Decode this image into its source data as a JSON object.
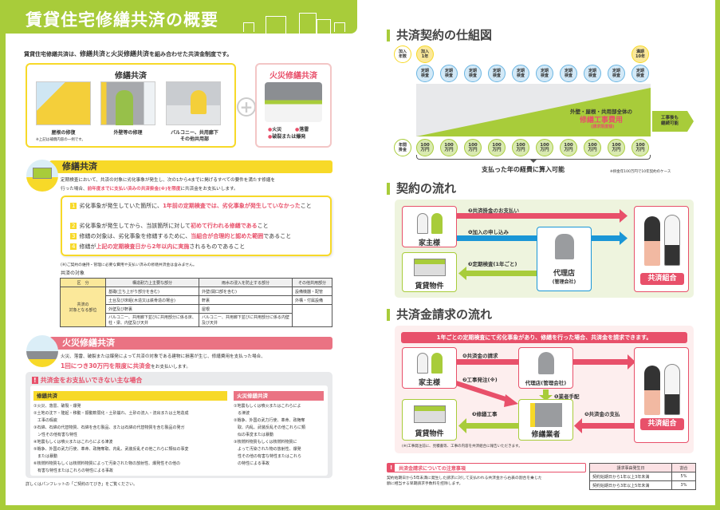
{
  "left": {
    "title": "賃貸住宅修繕共済の概要",
    "intro": {
      "pre": "賃貸住宅修繕共済は、",
      "em1": "修繕共済",
      "mid": "と",
      "em2": "火災修繕共済",
      "post": "を組み合わせた共済金制度です。"
    },
    "repair_box": {
      "title": "修繕共済",
      "items": [
        "屋根の修復",
        "外壁等の修理",
        "バルコニー、共用廊下",
        "その他共用部"
      ],
      "note": "※上記は補償内容の一例です。"
    },
    "fire_box": {
      "title": "火災修繕共済",
      "items": [
        "火災",
        "落雷",
        "破裂または爆発"
      ]
    },
    "repair_section": {
      "title": "修繕共済",
      "desc1": "定期検査において、共済の対象に劣化事象が発生し、次の1から4までに掲げるすべての要件を満たす修繕を",
      "desc2_pre": "行った場合、",
      "desc2_em": "前年度までに支払い済みの共済掛金(※)を限度",
      "desc2_post": "に共済金をお支払いします。",
      "conditions": [
        {
          "num": "1",
          "pre": "劣化事象が発生していた箇所に、",
          "em": "1年前の定期検査では、劣化事象が発生していなかった",
          "post": "こと"
        },
        {
          "num": "2",
          "pre": "劣化事象が発生してから、当該箇所に対して",
          "em": "初めて行われる修繕である",
          "post": "こと"
        },
        {
          "num": "3",
          "pre": "修繕の対象は、劣化事象を修繕するために、",
          "em": "当組合が合理的と認めた範囲",
          "post": "であること"
        },
        {
          "num": "4",
          "pre": "修繕が",
          "em": "上記の定期検査日から2年以内に実施",
          "post": "されるものであること"
        }
      ],
      "footnote": "(※)ご契約の維持・管理に必要な費用や支払い済みの修繕共済金は含みません。",
      "table_title": "共済の対象",
      "table": {
        "headers": [
          "区　分",
          "構造耐力上主要な部分",
          "雨水の浸入を防止する部分",
          "その他共用部分"
        ],
        "row_label": "共済の\n対象となる部位",
        "col1": [
          "基礎(立ち上がり部分を含む)",
          "土台及び床組(木造又は鉄骨造の場合)",
          "外壁及び軒裏",
          "バルコニー、共用廊下並びに共用部分に係る床、柱・梁、内壁及び天井"
        ],
        "col2": [
          "外壁(開口部を含む)",
          "軒裏",
          "屋根",
          "バルコニー、共用廊下並びに共用部分に係る内壁及び天井"
        ],
        "col3": [
          "設備機器・配管",
          "外構・付属設備"
        ]
      }
    },
    "fire_section": {
      "title": "火災修繕共済",
      "desc1": "火災、落雷、破裂または爆発によって共済の対象である建物に損害が生じ、修繕費用を支払った場合、",
      "desc2_em": "1回につき30万円を限度に共済金",
      "desc2_post": "をお支払いします。"
    },
    "exclusions": {
      "title": "共済金をお支払いできない主な場合",
      "repair_label": "修繕共済",
      "repair_items": [
        "①火災、落雷、破裂・爆発",
        "②土地の沈下・隆起・移動・振動軟弱化・土砂崩れ、土砂の流入・流出または土地造成",
        "　工事の瑕疵",
        "③石綿、石綿の代替物質、石綿を含む製品、または石綿の代替物質を含む製品の発ガ",
        "　ン性その他有害な特性",
        "④地震もしくは噴火またはこれらによる津波",
        "⑤戦争、外国の武力行使、革命、政権奪取、内乱、武装反乱その他これらに類似の事変",
        "　または暴動",
        "⑥核燃料物質もしくは核燃料物質によって汚染された物の放射性、爆発性その他の",
        "　有害な特性またはこれらの特性による事故"
      ],
      "fire_label": "火災修繕共済",
      "fire_items": [
        "①地震もしくは噴火またはこれらによ",
        "　る津波",
        "②戦争、外国の武力行使、革命、政権奪",
        "　取、内乱、武装反乱その他これらに類",
        "　似の事変または暴動",
        "③核燃料物質もしくは核燃料物質に",
        "　よって汚染された物の放射性、爆発",
        "　性その他の有害な特性またはこれら",
        "　の特性による事故"
      ]
    },
    "bottom_note": "詳しくはパンフレットの「ご契約のてびき」をご覧ください。"
  },
  "right": {
    "scheme": {
      "title": "共済契約の仕組図",
      "year_label": "加入\n年数",
      "first_year": "加入\n1年",
      "maturity": "満期\n10年",
      "inspection": "定期\n検査",
      "inspection_count": 10,
      "premium_label": "年間\n掛金",
      "premium": "100\n万円",
      "premium_count": 10,
      "area_text1": "外壁・屋根・共用部全体の",
      "area_text2": "修繕工事費用",
      "area_text3": "(請求限度額)",
      "continue": "工事後も\n継続可能",
      "expense": "支払った年の経費に算入可能",
      "note": "※掛金年100万円で10年契約のケース"
    },
    "contract_flow": {
      "title": "契約の流れ",
      "owner": "家主様",
      "property": "賃貸物件",
      "agent": "代理店",
      "agent_sub": "(管理会社)",
      "union": "共済組合",
      "step2": "❷共済掛金のお支払い",
      "step1": "❶加入の申し込み",
      "step3": "❸定期検査(1年ごと)"
    },
    "claim_flow": {
      "title": "共済金請求の流れ",
      "banner": "1年ごとの定期検査にて劣化事象があり、修繕を行った場合、共済金を請求できます。",
      "owner": "家主様",
      "agent": "代理店(管理会社)",
      "union": "共済組合",
      "property": "賃貸物件",
      "contractor": "修繕業者",
      "step4": "❹共済金の請求",
      "step2": "❷工事発注(※)",
      "step1": "❶業者手配",
      "step3": "❸修繕工事",
      "step5": "❺共済金の支払",
      "note": "(※)工事発注前に、見積書等、工事の内容を共済組合に報告いただきます。"
    },
    "claim_notes": {
      "title": "共済金請求についての注意事項",
      "text1": "契約始期日から5年未満に発生した請求に対して支払われる共済金から右表の割合を乗じた",
      "text2": "額に相当する早期請求手数料を控除します。",
      "table": {
        "headers": [
          "請求事由発生日",
          "割合"
        ],
        "rows": [
          [
            "契約始期日から1年以上3年未満",
            "5%"
          ],
          [
            "契約始期日から3年以上5年未満",
            "3%"
          ]
        ]
      }
    }
  },
  "colors": {
    "green": "#a8cc3a",
    "yellow": "#f7d928",
    "red": "#e8506a",
    "blue": "#1a96d6"
  }
}
